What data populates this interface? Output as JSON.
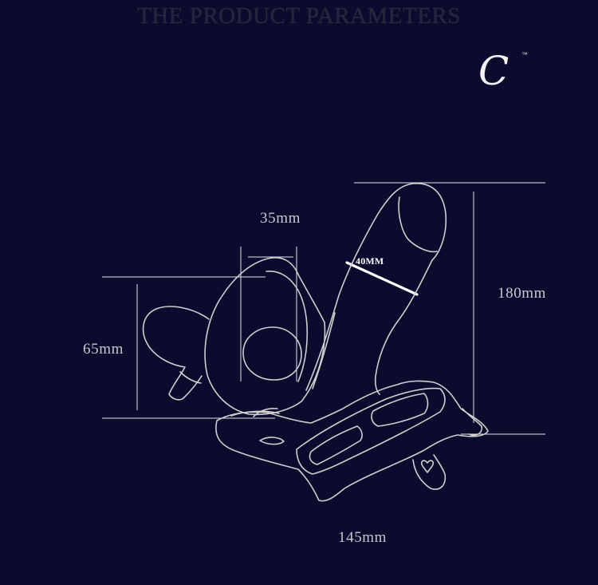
{
  "header": {
    "title": "THE PRODUCT PARAMETERS"
  },
  "logo": {
    "letter": "C",
    "mark": "™"
  },
  "dimensions": {
    "ring_width": "35mm",
    "ring_height": "65mm",
    "shaft_diameter": "40MM",
    "total_height": "180mm",
    "total_width": "145mm"
  },
  "colors": {
    "background": "#0b0b2e",
    "outline": "#cfcfcf",
    "dimension_text": "#c7c7cf"
  }
}
